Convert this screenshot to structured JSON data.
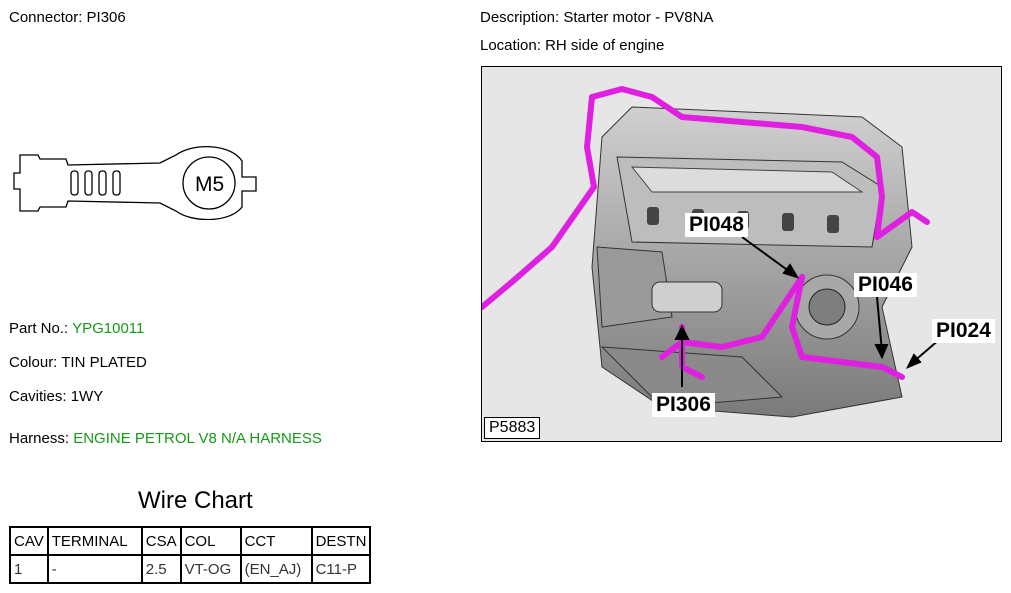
{
  "connector": {
    "label": "Connector:",
    "value": "PI306"
  },
  "connector_drawing": {
    "marking": "M5"
  },
  "description": {
    "label": "Description:",
    "value": "Starter motor - PV8NA"
  },
  "location": {
    "label": "Location:",
    "value": "RH side of engine"
  },
  "part_no": {
    "label": "Part No.:",
    "value": "YPG10011"
  },
  "colour": {
    "label": "Colour:",
    "value": "TIN PLATED"
  },
  "cavities": {
    "label": "Cavities:",
    "value": "1WY"
  },
  "harness": {
    "label": "Harness:",
    "value": "ENGINE PETROL V8 N/A HARNESS"
  },
  "photo": {
    "reference": "P5883",
    "callouts": [
      "PI048",
      "PI046",
      "PI024",
      "PI306"
    ],
    "harness_color": "#e020e0"
  },
  "wire_chart": {
    "title": "Wire Chart",
    "headers": [
      "CAV",
      "TERMINAL",
      "CSA",
      "COL",
      "CCT",
      "DESTN"
    ],
    "rows": [
      [
        "1",
        "-",
        "2.5",
        "VT-OG",
        "(EN_AJ)",
        "C11-P"
      ]
    ]
  },
  "colors": {
    "green_value": "#169a16"
  }
}
